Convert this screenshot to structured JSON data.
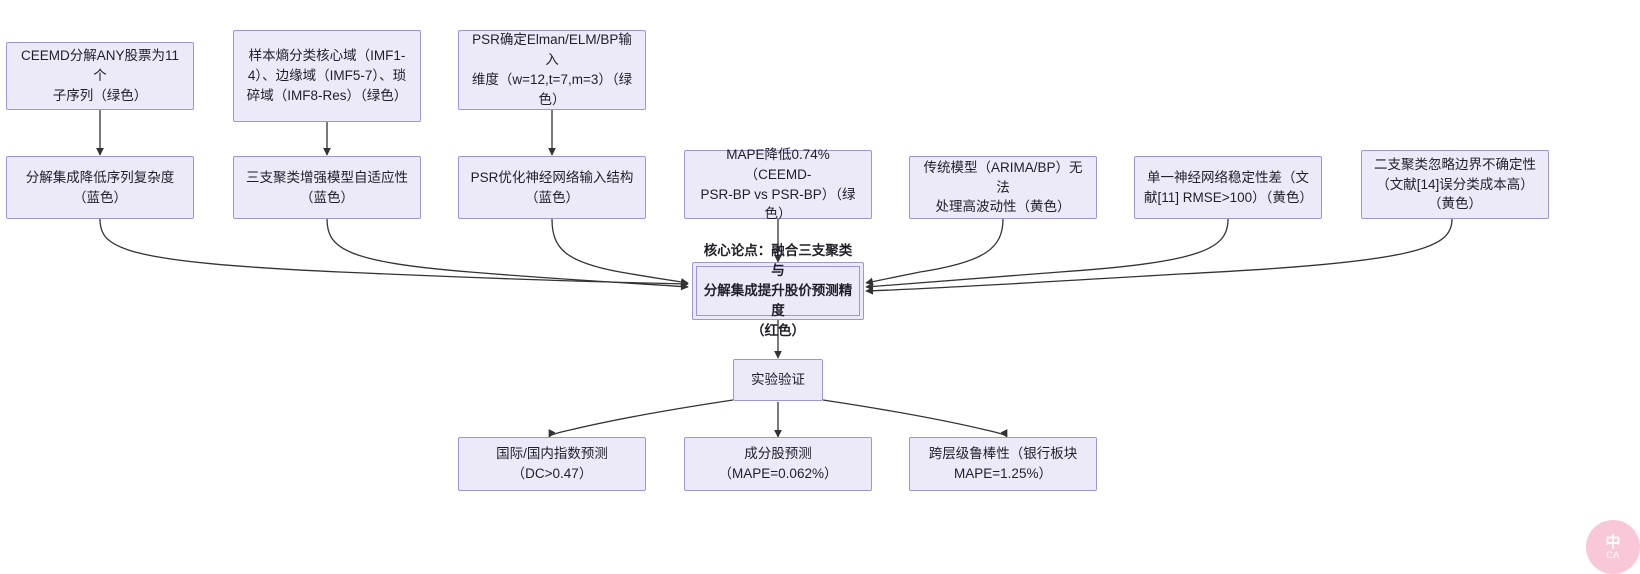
{
  "diagram": {
    "type": "flowchart",
    "direction": "top-to-bottom",
    "background_color": "#ffffff",
    "node_fill": "#ECEAF8",
    "node_border": "#9E95D8",
    "edge_color": "#333333"
  },
  "nodes": {
    "evidence_ceemd": {
      "label": "CEEMD分解ANY股票为11个\n子序列（绿色）",
      "row": "evidence"
    },
    "evidence_entropy": {
      "label": "样本熵分类核心域（IMF1-\n4）、边缘域（IMF5-7）、琐\n碎域（IMF8-Res）（绿色）",
      "row": "evidence"
    },
    "evidence_psr": {
      "label": "PSR确定Elman/ELM/BP输入\n维度（w=12,t=7,m=3）（绿\n色）",
      "row": "evidence"
    },
    "claim_decomp": {
      "label": "分解集成降低序列复杂度\n（蓝色）",
      "row": "claim"
    },
    "claim_cluster": {
      "label": "三支聚类增强模型自适应性\n（蓝色）",
      "row": "claim"
    },
    "claim_psr": {
      "label": "PSR优化神经网络输入结构\n（蓝色）",
      "row": "claim"
    },
    "result_mape": {
      "label": "MAPE降低0.74%（CEEMD-\nPSR-BP vs PSR-BP）（绿\n色）",
      "row": "claim"
    },
    "gap_traditional": {
      "label": "传统模型（ARIMA/BP）无法\n处理高波动性（黄色）",
      "row": "claim"
    },
    "gap_single_nn": {
      "label": "单一神经网络稳定性差（文\n献[11] RMSE>100）（黄色）",
      "row": "claim"
    },
    "gap_two_way": {
      "label": "二支聚类忽略边界不确定性\n（文献[14]误分类成本高）\n（黄色）",
      "row": "claim"
    },
    "core_thesis": {
      "label": "核心论点：融合三支聚类与\n分解集成提升股价预测精度\n（红色）",
      "row": "core"
    },
    "experiment": {
      "label": "实验验证",
      "row": "experiment"
    },
    "out_index": {
      "label": "国际/国内指数预测\n（DC>0.47）",
      "row": "outcome"
    },
    "out_component": {
      "label": "成分股预测\n（MAPE=0.062%）",
      "row": "outcome"
    },
    "out_robust": {
      "label": "跨层级鲁棒性（银行板块\nMAPE=1.25%）",
      "row": "outcome"
    }
  },
  "watermark": {
    "primary": "中",
    "secondary": "CA"
  }
}
